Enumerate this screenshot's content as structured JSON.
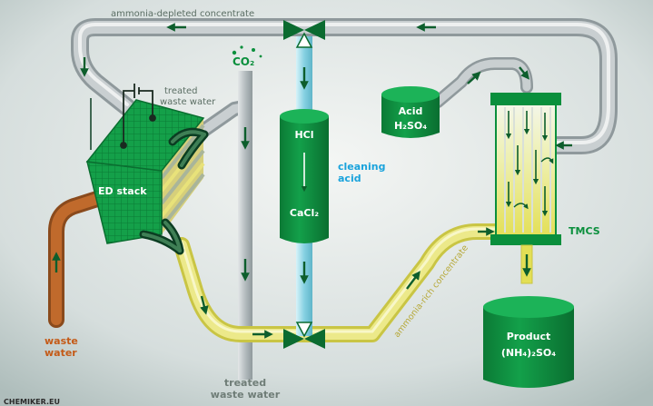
{
  "labels": {
    "ammonia_depleted": "ammonia-depleted concentrate",
    "treated_waste_water_top_1": "treated",
    "treated_waste_water_top_2": "waste water",
    "co2": "CO₂",
    "hcl": "HCl",
    "cacl2": "CaCl₂",
    "cleaning_acid_1": "cleaning",
    "cleaning_acid_2": "acid",
    "acid_1": "Acid",
    "acid_2": "H₂SO₄",
    "ed_stack": "ED stack",
    "tmcs": "TMCS",
    "waste_water_1": "waste",
    "waste_water_2": "water",
    "treated_waste_water_bottom_1": "treated",
    "treated_waste_water_bottom_2": "waste water",
    "ammonia_rich": "ammonia-rich concentrate",
    "product_1": "Product",
    "product_2": "(NH₄)₂SO₄",
    "corner_text": "CHEMIKER.EU"
  },
  "colors": {
    "green": "#0a8f3c",
    "dark_green": "#0b6b30",
    "arrow_green": "#0d5e2c",
    "grey_pipe": "#b7bfc2",
    "yellow_pipe": "#e8e67a",
    "blue_pipe": "#9fdcea",
    "brown_pipe": "#b8642a",
    "cleaning_blue": "#1aa3dc",
    "label_green": "#1f7a3b",
    "waste_orange": "#c45a17"
  }
}
